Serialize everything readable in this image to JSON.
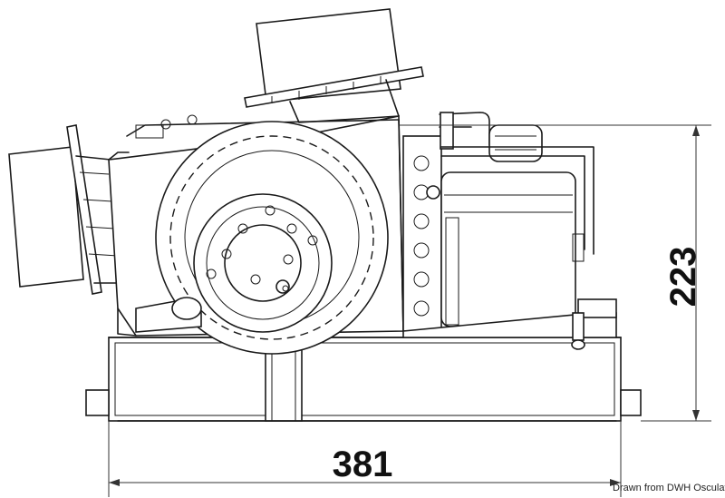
{
  "dimensions": {
    "width_label": "381",
    "height_label": "223"
  },
  "credit": "Drawn from DWH Osculati Srl"
}
